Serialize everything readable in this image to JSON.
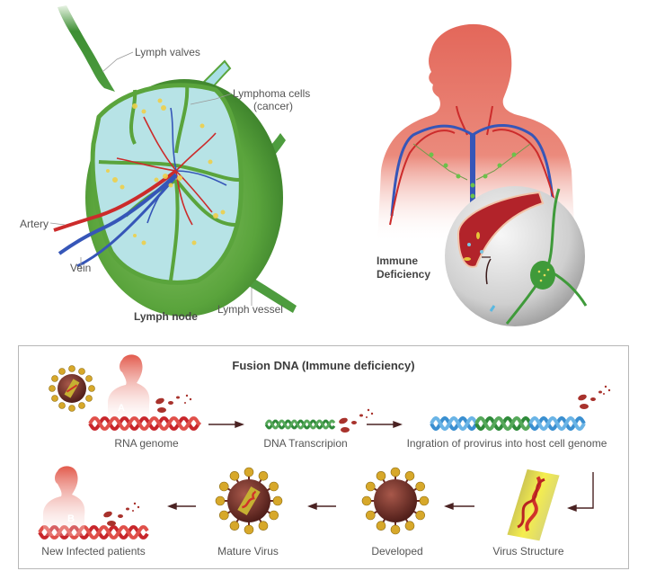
{
  "lymph_node_figure": {
    "title": "Lymph node",
    "labels": {
      "lymph_valves": "Lymph valves",
      "lymphoma_cells_line1": "Lymphoma cells",
      "lymphoma_cells_line2": "(cancer)",
      "artery": "Artery",
      "vein": "Vein",
      "lymph_vessel": "Lymph vessel"
    }
  },
  "immune_figure": {
    "label_line1": "Immune",
    "label_line2": "Deficiency"
  },
  "process_panel": {
    "title": "Fusion DNA (Immune deficiency)",
    "steps": [
      {
        "label": "RNA genome",
        "marker": "A"
      },
      {
        "label": "DNA Transcripion"
      },
      {
        "label": "Ingration of provirus into host cell genome"
      },
      {
        "label": "Virus Structure"
      },
      {
        "label": "Developed"
      },
      {
        "label": "Mature Virus"
      },
      {
        "label": "New Infected patients",
        "marker": "B"
      }
    ]
  },
  "colors": {
    "lymph_green": "#4f9a3a",
    "lymph_fluid": "#bfe6ea",
    "body_red": "#e46a5c",
    "vein_blue": "#3656b8",
    "artery_red": "#cc2b2b",
    "virus_brown": "#6a2a22",
    "virus_spike": "#d7a82a",
    "dna_red": "#c8262b",
    "dna_green": "#2f8a3a",
    "dna_blue": "#3a8fd0",
    "arrow": "#4a2222"
  }
}
